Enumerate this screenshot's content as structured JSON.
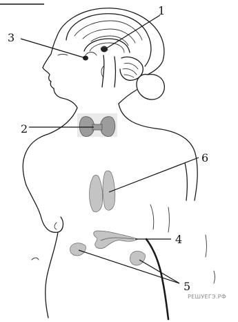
{
  "diagram": {
    "labels": [
      {
        "id": "1",
        "text": "1"
      },
      {
        "id": "2",
        "text": "2"
      },
      {
        "id": "3",
        "text": "3"
      },
      {
        "id": "4",
        "text": "4"
      },
      {
        "id": "5",
        "text": "5"
      },
      {
        "id": "6",
        "text": "6"
      }
    ],
    "watermark": "РЕШУЕГЭ.РФ"
  }
}
